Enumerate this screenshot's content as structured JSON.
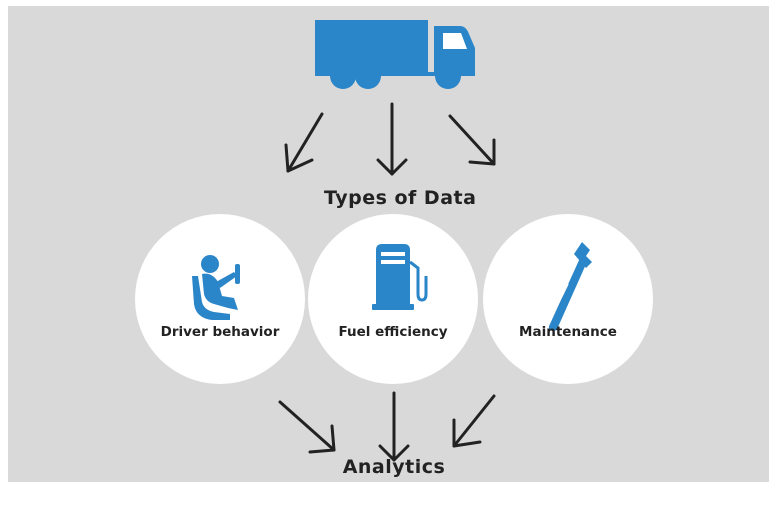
{
  "diagram": {
    "heading_top": "Types of Data",
    "heading_bottom": "Analytics",
    "categories": [
      {
        "label": "Driver behavior",
        "icon": "driver-seat-icon"
      },
      {
        "label": "Fuel efficiency",
        "icon": "fuel-pump-icon"
      },
      {
        "label": "Maintenance",
        "icon": "wrench-icon"
      }
    ],
    "top_icon": "truck-icon",
    "colors": {
      "background": "#d9d9d9",
      "icon_blue": "#2b86c9",
      "circle_fill": "#ffffff",
      "arrow": "#222222",
      "text": "#222222"
    }
  }
}
